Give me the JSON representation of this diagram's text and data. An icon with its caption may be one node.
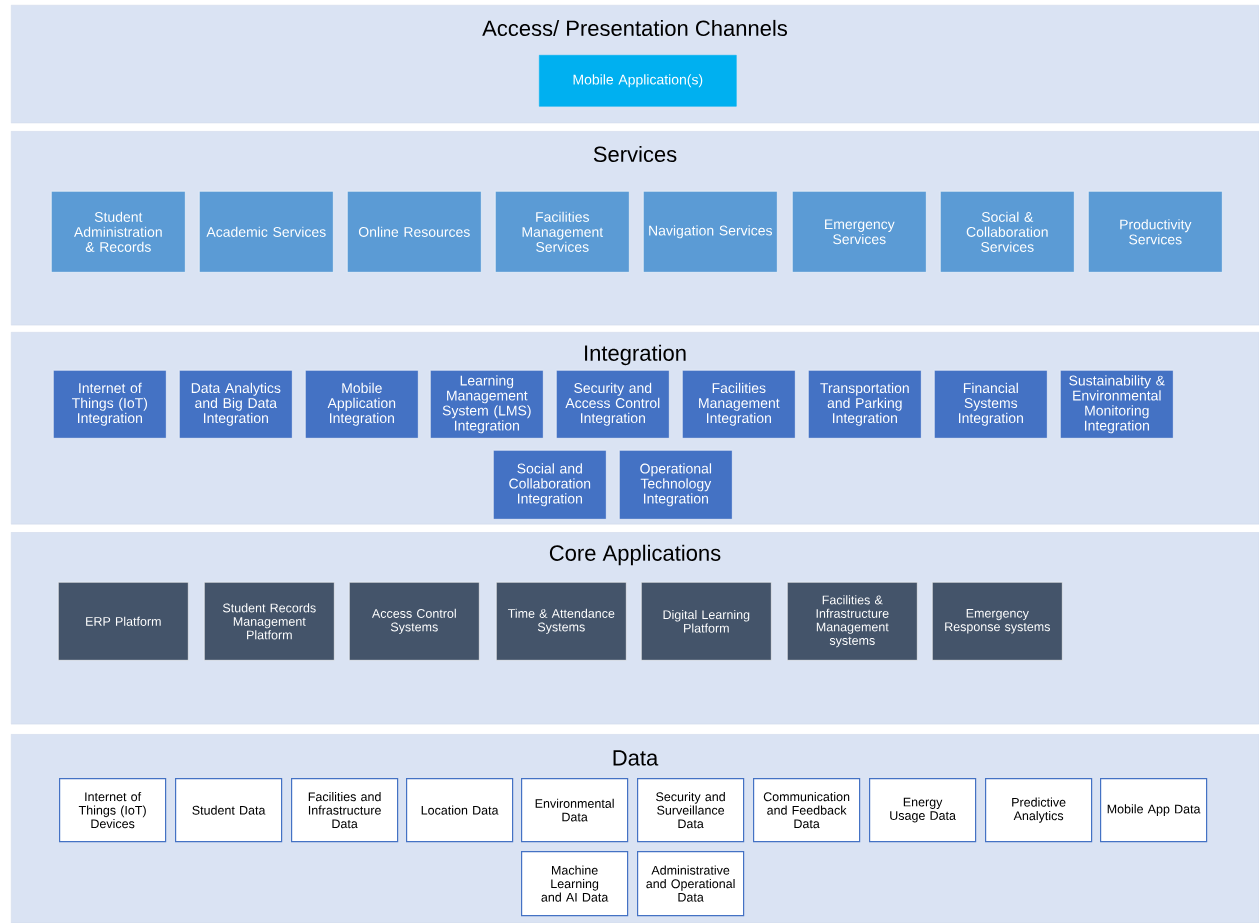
{
  "diagram": {
    "nodes": [
      {
        "text": [
          "Access/ Presentation Channels"
        ]
      },
      {
        "text": [
          "Mobile Application(s)"
        ],
        "in": 0
      },
      {
        "text": [
          "Services"
        ]
      },
      {
        "text": [
          "Student Administration & Records"
        ],
        "in": 2
      },
      {
        "text": [
          "Academic Services"
        ],
        "in": 2
      },
      {
        "text": [
          "Online Resources"
        ],
        "in": 2
      },
      {
        "text": [
          "Facilities Management Services"
        ],
        "in": 2
      },
      {
        "text": [
          "Navigation Services"
        ],
        "in": 2
      },
      {
        "text": [
          "Emergency Services"
        ],
        "in": 2
      },
      {
        "text": [
          "Social & Collaboration Services"
        ],
        "in": 2
      },
      {
        "text": [
          "Productivity Services"
        ],
        "in": 2
      },
      {
        "text": [
          "Integration"
        ]
      },
      {
        "text": [
          "Internet of Things (IoT) Integration"
        ],
        "in": 11
      },
      {
        "text": [
          "Data Analytics and Big Data Integration"
        ],
        "in": 11
      },
      {
        "text": [
          "Mobile Application Integration"
        ],
        "in": 11
      },
      {
        "text": [
          "Learning Management System (LMS) Integration"
        ],
        "in": 11
      },
      {
        "text": [
          "Security and Access Control Integration"
        ],
        "in": 11
      },
      {
        "text": [
          "Facilities Management Integration"
        ],
        "in": 11
      },
      {
        "text": [
          "Transportation and Parking Integration"
        ],
        "in": 11
      },
      {
        "text": [
          "Financial Systems Integration"
        ],
        "in": 11
      },
      {
        "text": [
          "Sustainability & Environmental Monitoring Integration"
        ],
        "in": 11
      },
      {
        "text": [
          "Social and Collaboration Integration"
        ],
        "in": 11
      },
      {
        "text": [
          "Operational Technology Integration"
        ],
        "in": 11
      },
      {
        "text": [
          "Core Applications"
        ]
      },
      {
        "text": [
          "ERP Platform"
        ],
        "in": 23
      },
      {
        "text": [
          "Student Records Management Platform"
        ],
        "in": 23
      },
      {
        "text": [
          "Access Control Systems"
        ],
        "in": 23
      },
      {
        "text": [
          "Time & Attendance Systems"
        ],
        "in": 23
      },
      {
        "text": [
          "Digital Learning Platform"
        ],
        "in": 23
      },
      {
        "text": [
          "Facilities & Infrastructure Management systems"
        ],
        "in": 23
      },
      {
        "text": [
          "Emergency Response systems"
        ],
        "in": 23
      },
      {
        "text": [
          "Data"
        ]
      },
      {
        "text": [
          "Internet of Things (IoT) Devices"
        ],
        "in": 31
      },
      {
        "text": [
          "Student Data"
        ],
        "in": 31
      },
      {
        "text": [
          "Facilities and Infrastructure Data"
        ],
        "in": 31
      },
      {
        "text": [
          "Location Data"
        ],
        "in": 31
      },
      {
        "text": [
          "Environmental Data"
        ],
        "in": 31
      },
      {
        "text": [
          "Security and Surveillance Data"
        ],
        "in": 31
      },
      {
        "text": [
          "Communication and Feedback Data"
        ],
        "in": 31
      },
      {
        "text": [
          "Energy Usage Data"
        ],
        "in": 31
      },
      {
        "text": [
          "Predictive Analytics"
        ],
        "in": 31
      },
      {
        "text": [
          "Mobile App Data"
        ],
        "in": 31
      },
      {
        "text": [
          "Machine Learning and AI Data"
        ],
        "in": 31
      },
      {
        "text": [
          "Administrative and Operational Data"
        ],
        "in": 31
      }
    ]
  }
}
